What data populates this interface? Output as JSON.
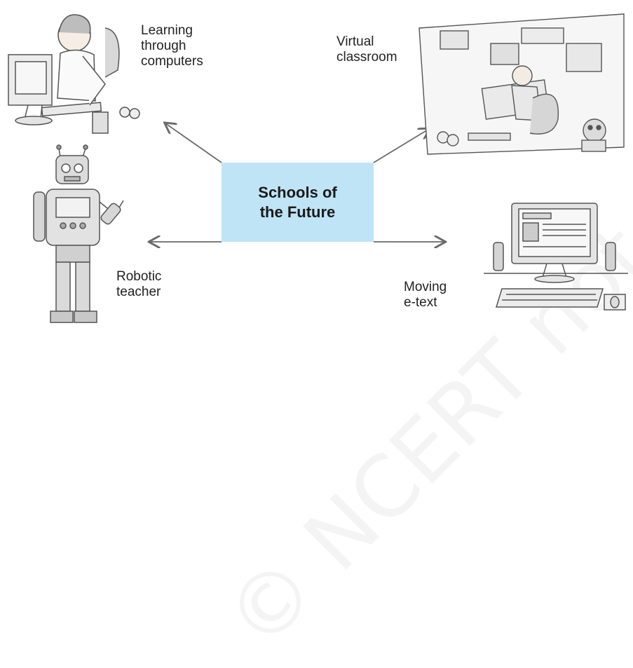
{
  "center": {
    "line1": "Schools of",
    "line2": "the Future"
  },
  "branches": [
    {
      "id": "computers",
      "lines": [
        "Learning",
        "through",
        "computers"
      ],
      "icon": "child-computer-illustration"
    },
    {
      "id": "virtual",
      "lines": [
        "Virtual",
        "classroom"
      ],
      "icon": "virtual-classroom-illustration"
    },
    {
      "id": "robot",
      "lines": [
        "Robotic",
        "teacher"
      ],
      "icon": "robot-illustration"
    },
    {
      "id": "etext",
      "lines": [
        "Moving",
        "e-text"
      ],
      "icon": "desktop-computer-illustration"
    }
  ],
  "watermark": "© NCERT not to be republished",
  "colors": {
    "center_box": "#bfe4f6",
    "arrow": "#6a6a6a",
    "sketch": "#555555"
  }
}
